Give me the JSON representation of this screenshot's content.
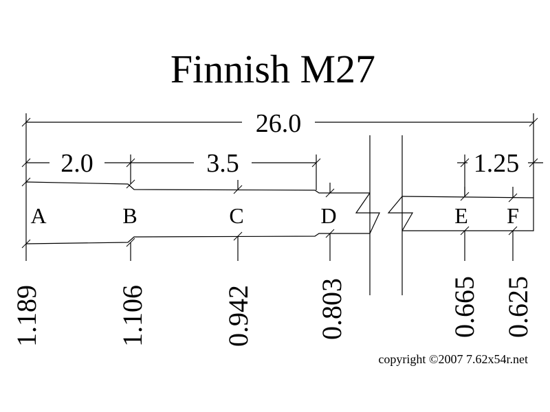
{
  "title": "Finnish M27",
  "dimensions": {
    "overall": "26.0",
    "a_to_b": "2.0",
    "b_to_d": "3.5",
    "e_to_end": "1.25"
  },
  "stations": [
    {
      "label": "A",
      "diameter": "1.189"
    },
    {
      "label": "B",
      "diameter": "1.106"
    },
    {
      "label": "C",
      "diameter": "0.942"
    },
    {
      "label": "D",
      "diameter": "0.803"
    },
    {
      "label": "E",
      "diameter": "0.665"
    },
    {
      "label": "F",
      "diameter": "0.625"
    }
  ],
  "copyright": "copyright ©2007 7.62x54r.net"
}
